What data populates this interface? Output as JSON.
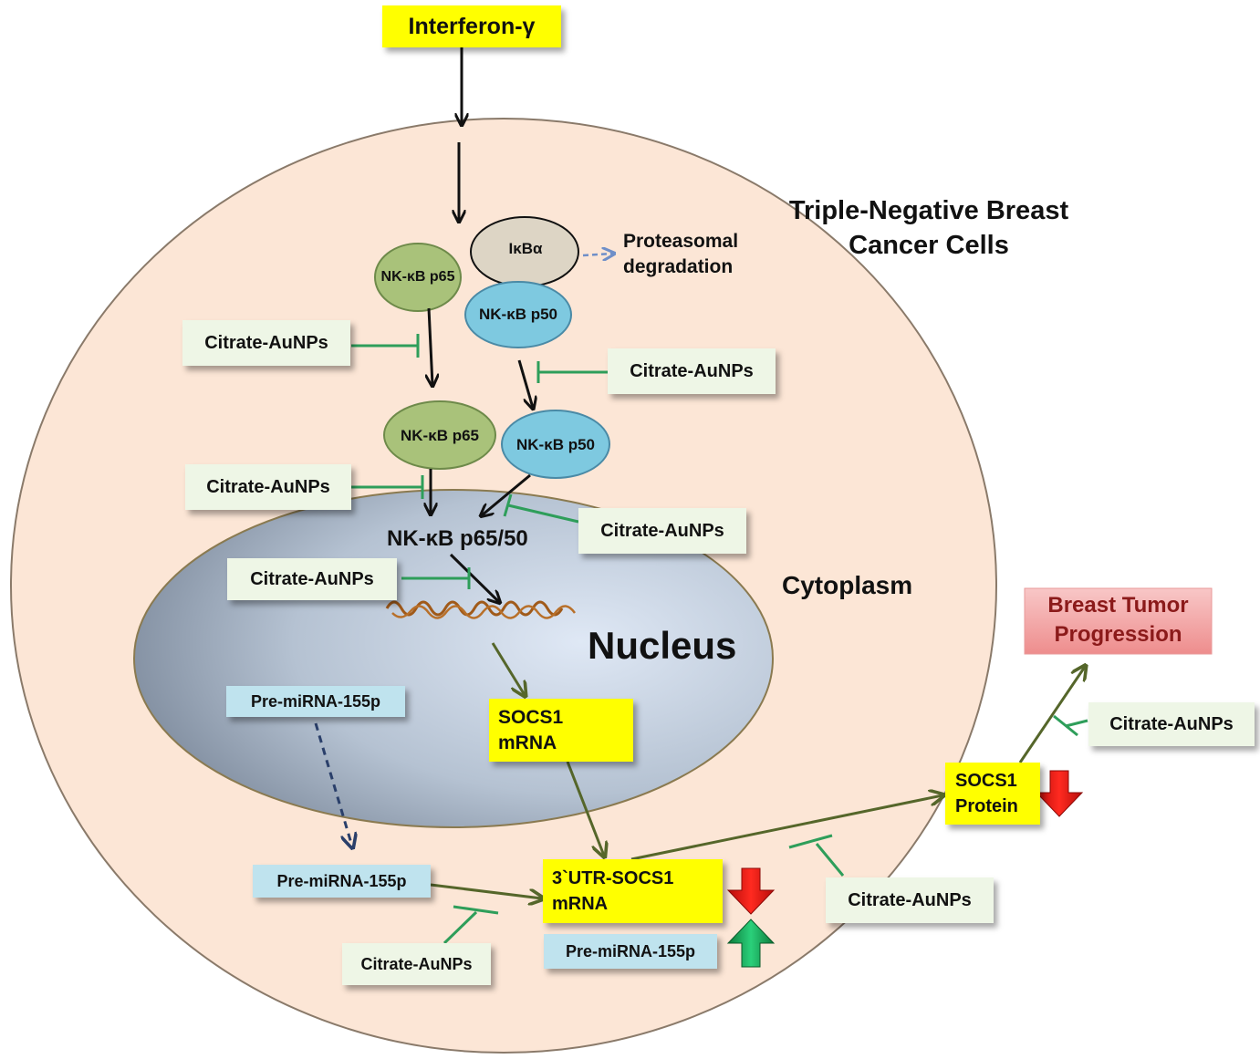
{
  "top_signal": "Interferon-γ",
  "cell_title": "Triple-Negative Breast Cancer Cells",
  "cytoplasm_label": "Cytoplasm",
  "nucleus_label": "Nucleus",
  "ikba": "IκBα",
  "proteasomal": "Proteasomal degradation",
  "p65": "NK-κB p65",
  "p50": "NK-κB p50",
  "p65_50": "NK-κB p65/50",
  "inhibitor": "Citrate-AuNPs",
  "mirna": "Pre-miRNA-155p",
  "socs1_mrna": "SOCS1 mRNA",
  "utr_socs1": "3`UTR-SOCS1 mRNA",
  "socs1_protein": "SOCS1 Protein",
  "breast_tumor": "Breast Tumor Progression",
  "colors": {
    "cytoplasm": "#fce6d6",
    "nucleus": "#aebccc",
    "yellow": "#ffff00",
    "inhibit": "#2e9e5a",
    "flow": "#55662a",
    "down": "#e0201a",
    "up": "#1aa35a"
  }
}
